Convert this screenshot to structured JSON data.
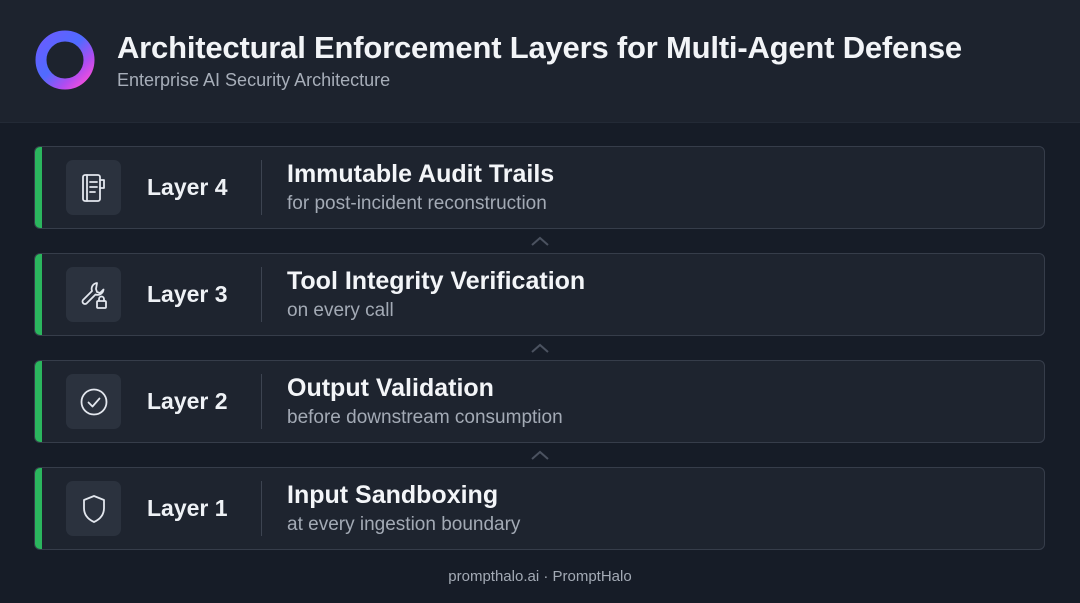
{
  "header": {
    "title": "Architectural Enforcement Layers for Multi-Agent Defense",
    "subtitle": "Enterprise AI Security Architecture",
    "logo_icon": "ring-logo-icon",
    "gradient_colors": [
      "#6a5cff",
      "#3aa0ff",
      "#ff4fd8"
    ]
  },
  "layers": [
    {
      "label": "Layer 4",
      "title": "Immutable Audit Trails",
      "description": "for post-incident reconstruction",
      "icon": "audit-log-icon"
    },
    {
      "label": "Layer 3",
      "title": "Tool Integrity Verification",
      "description": "on every call",
      "icon": "wrench-lock-icon"
    },
    {
      "label": "Layer 2",
      "title": "Output Validation",
      "description": "before downstream consumption",
      "icon": "check-circle-icon"
    },
    {
      "label": "Layer 1",
      "title": "Input Sandboxing",
      "description": "at every ingestion boundary",
      "icon": "shield-icon"
    }
  ],
  "colors": {
    "accent": "#2bb65e",
    "background": "#161c27",
    "card": "#1e242f"
  },
  "footer": {
    "text": "prompthalo.ai · PromptHalo"
  }
}
